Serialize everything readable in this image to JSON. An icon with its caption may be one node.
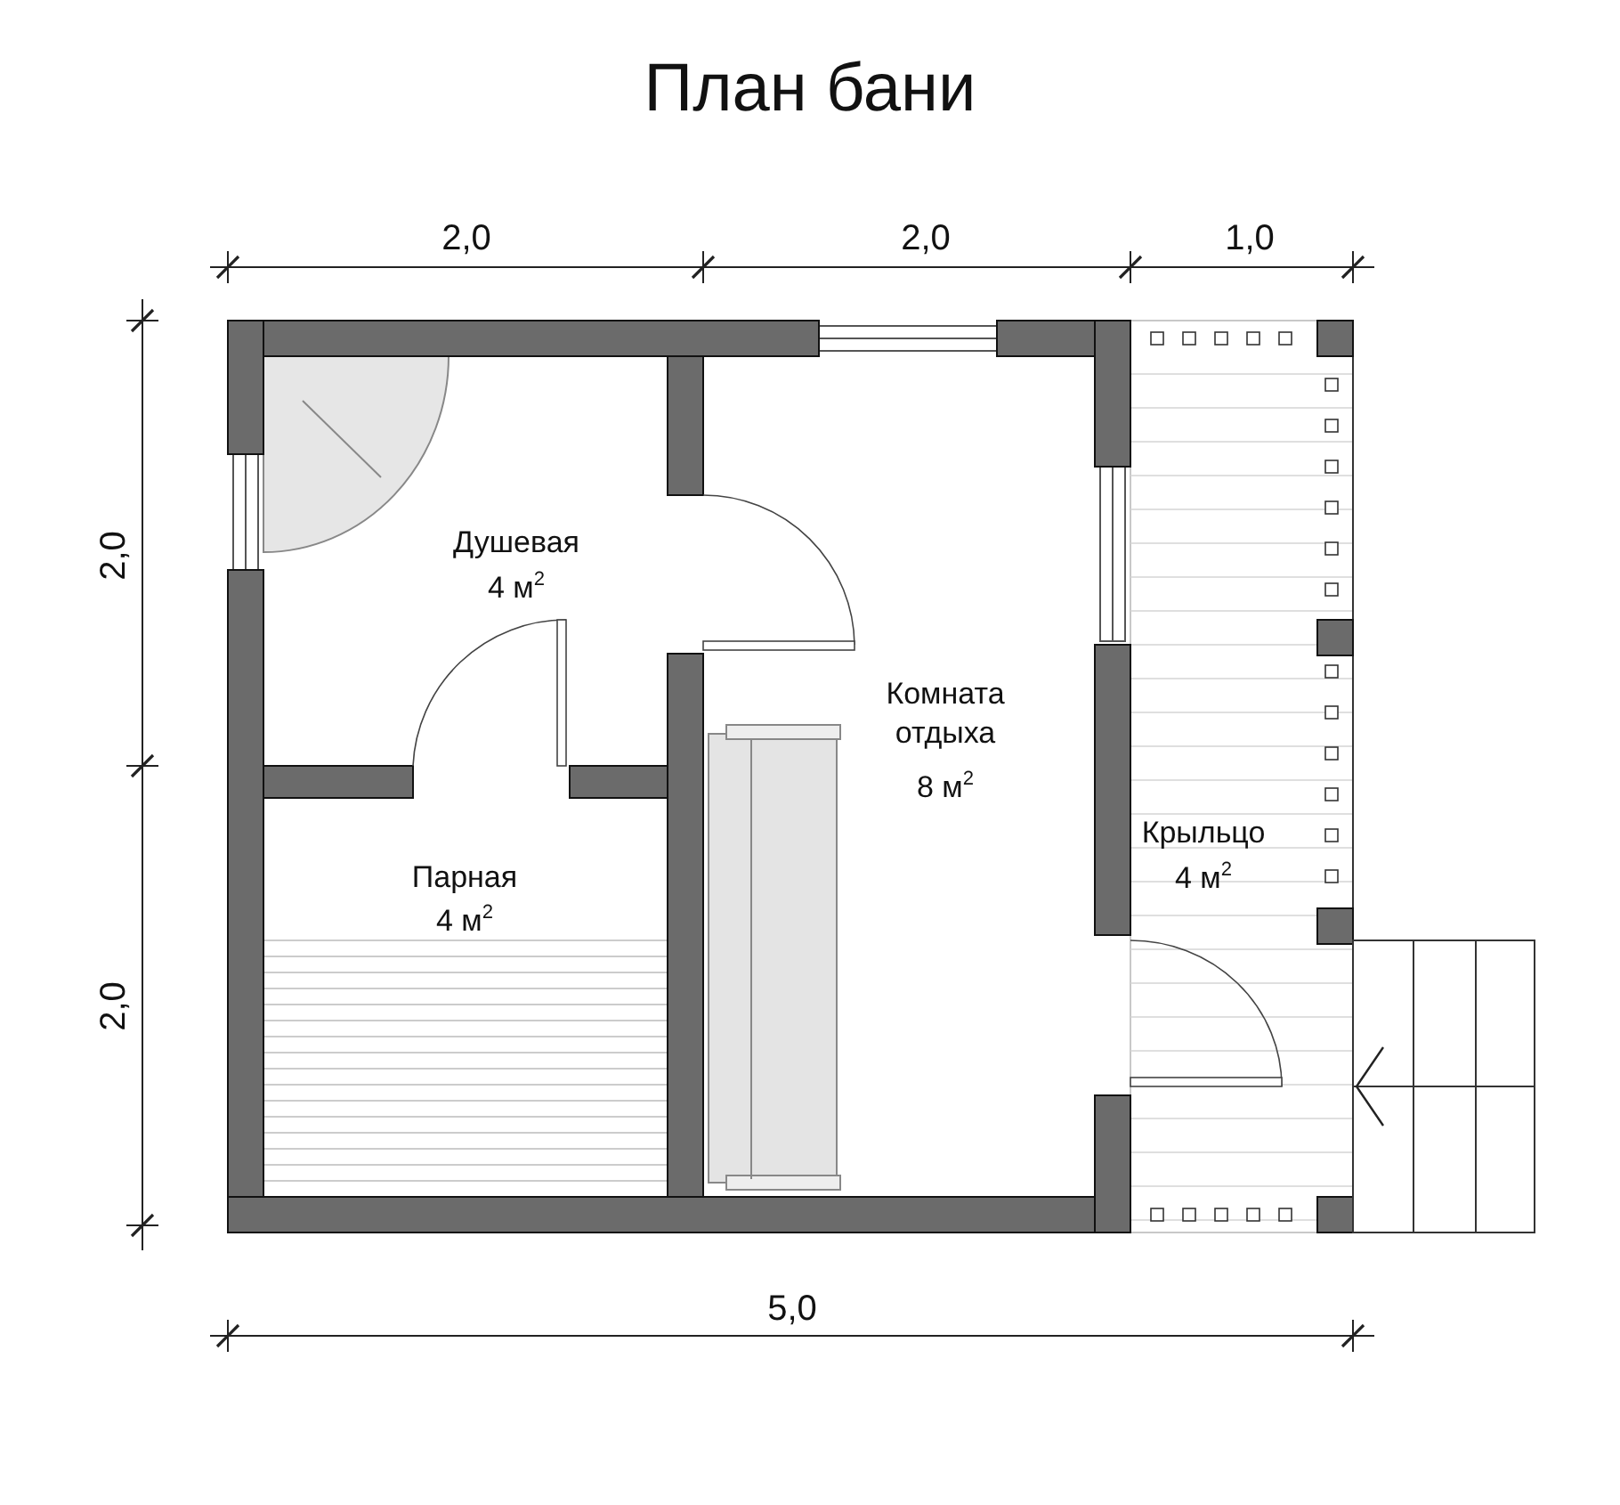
{
  "diagram": {
    "title": "План бани",
    "labels": [
      "2,0",
      "2,0",
      "1,0",
      "2,0",
      "Душевая",
      "4 м$^{2}$",
      "Комната отдыха",
      "8 м$^{2}$",
      "Парная",
      "4 м$^{2}$",
      "Крыльцо",
      "4 м$^{2}$",
      "2,0",
      "5,0"
    ]
  }
}
